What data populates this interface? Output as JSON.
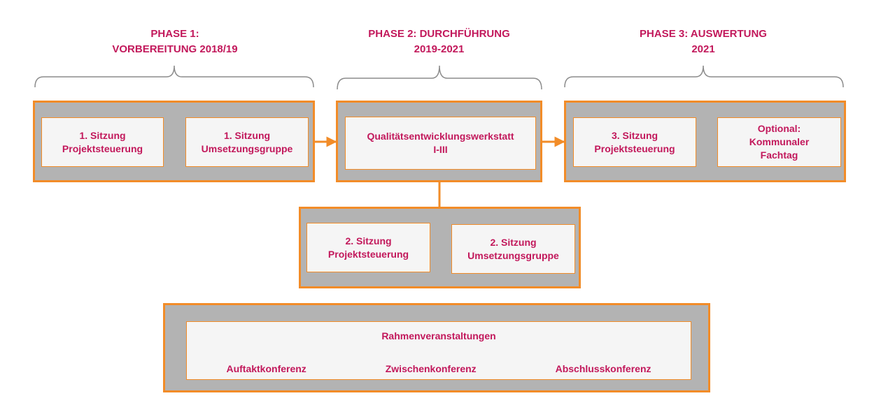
{
  "phases": [
    {
      "line1": "PHASE 1:",
      "line2": "VORBEREITUNG 2018/19"
    },
    {
      "line1": "PHASE 2: DURCHFÜHRUNG",
      "line2": "2019-2021"
    },
    {
      "line1": "PHASE 3: AUSWERTUNG",
      "line2": "2021"
    }
  ],
  "phase1": {
    "box1": {
      "line1": "1. Sitzung",
      "line2": "Projektsteuerung"
    },
    "box2": {
      "line1": "1. Sitzung",
      "line2": "Umsetzungsgruppe"
    }
  },
  "phase2": {
    "box1": {
      "line1": "Qualitätsentwicklungswerkstatt",
      "line2": "I-III"
    }
  },
  "phase3": {
    "box1": {
      "line1": "3. Sitzung",
      "line2": "Projektsteuerung"
    },
    "box2": {
      "line1": "Optional:",
      "line2": "Kommunaler",
      "line3": "Fachtag"
    }
  },
  "sub": {
    "box1": {
      "line1": "2. Sitzung",
      "line2": "Projektsteuerung"
    },
    "box2": {
      "line1": "2. Sitzung",
      "line2": "Umsetzungsgruppe"
    }
  },
  "frame": {
    "title": "Rahmenveranstaltungen",
    "items": [
      "Auftaktkonferenz",
      "Zwischenkonferenz",
      "Abschlusskonferenz"
    ]
  },
  "colors": {
    "text": "#c2185b",
    "accent": "#f28c28",
    "group_fill": "#b3b3b3",
    "box_fill": "#f5f5f5",
    "brace": "#8c8c8c"
  }
}
